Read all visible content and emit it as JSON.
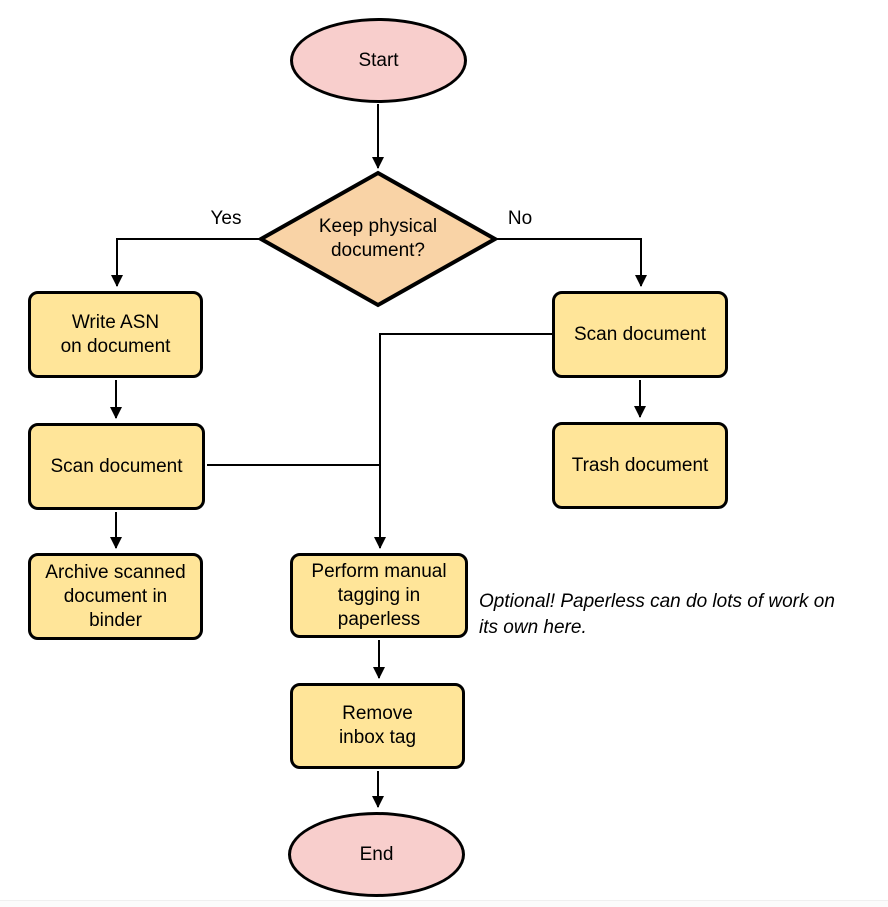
{
  "colors": {
    "background": "#ffffff",
    "terminal_fill": "#f8cecc",
    "decision_fill": "#f9d3a6",
    "process_fill": "#ffe599",
    "stroke": "#000000"
  },
  "nodes": {
    "start": {
      "label": "Start",
      "type": "terminal"
    },
    "decision": {
      "label": "Keep physical\ndocument?",
      "type": "decision"
    },
    "write_asn": {
      "label": "Write ASN\non document",
      "type": "process"
    },
    "scan_left": {
      "label": "Scan document",
      "type": "process"
    },
    "archive": {
      "label": "Archive scanned\ndocument in\nbinder",
      "type": "process"
    },
    "scan_right": {
      "label": "Scan document",
      "type": "process"
    },
    "trash": {
      "label": "Trash document",
      "type": "process"
    },
    "tagging": {
      "label": "Perform manual\ntagging in\npaperless",
      "type": "process"
    },
    "remove_inbox": {
      "label": "Remove\ninbox tag",
      "type": "process"
    },
    "end": {
      "label": "End",
      "type": "terminal"
    }
  },
  "edge_labels": {
    "yes": "Yes",
    "no": "No"
  },
  "annotation": {
    "text": "Optional! Paperless can do lots of work on\nits own here."
  }
}
